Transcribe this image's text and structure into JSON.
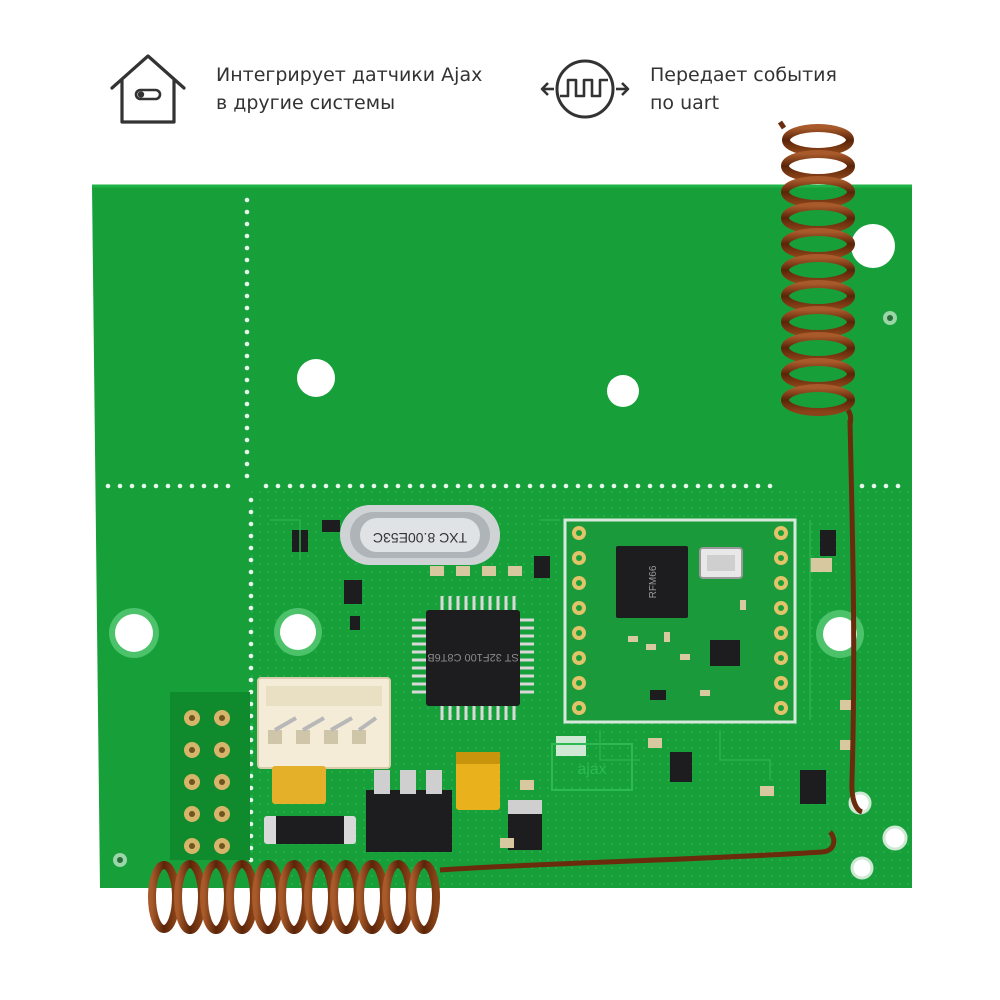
{
  "features": [
    {
      "icon": "house-integration-icon",
      "lines": [
        "Интегрирует датчики Ajax",
        "в другие системы"
      ]
    },
    {
      "icon": "uart-signal-icon",
      "lines": [
        "Передает события",
        "по uart"
      ]
    }
  ],
  "board": {
    "chips": {
      "crystal": "TXC 8.00E53C",
      "mcu": "ST 32F100 C8T6B",
      "rf_module": "RFM66",
      "brand_silk": "ajax"
    }
  },
  "colors": {
    "pcb": "#17a03a",
    "pcb_dark": "#0f8a2d",
    "silk": "#ffffff",
    "antenna": "#7a3514",
    "text": "#333333"
  }
}
